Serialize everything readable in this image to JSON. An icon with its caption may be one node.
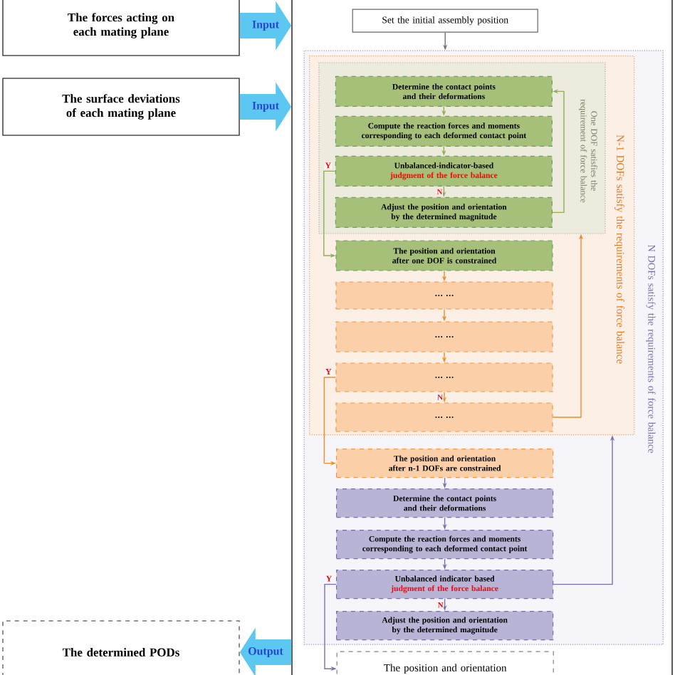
{
  "diagram": {
    "nodes": [
      {
        "text": [
          "The forces acting on each mating plane"
        ]
      },
      {
        "text": [
          "The surface deviations of each mating plane"
        ]
      },
      {
        "text": [
          "The determined PODs"
        ]
      },
      {
        "text": [],
        "shape": "box"
      },
      {
        "text": [
          "Set the initial assembly position"
        ],
        "in": 3
      },
      {
        "text": [
          "N DOFs satisfy the requirements of force balance"
        ],
        "in": 3
      },
      {
        "text": [
          "N-1 DOFs satisfy the requirements of force balance"
        ],
        "in": 5
      },
      {
        "text": [
          "One DOF satisfies the requirement of force balance"
        ],
        "in": 6
      },
      {
        "text": [
          "Determine the contact points and their deformations"
        ],
        "in": 7
      },
      {
        "text": [
          "Compute the reaction forces and moments corresponding to each deformed contact point"
        ],
        "in": 7
      },
      {
        "text": [
          "Unbalanced-indicator-based",
          "judgment of the force balance"
        ],
        "in": 7
      },
      {
        "text": [
          "Adjust the position and orientation by the determined magnitude"
        ],
        "in": 7
      },
      {
        "text": [
          "The position and orientation after one DOF is constrained"
        ],
        "in": 6
      },
      {
        "text": [
          "… …"
        ],
        "in": 6
      },
      {
        "text": [
          "… …"
        ],
        "in": 6
      },
      {
        "text": [
          "… …"
        ],
        "in": 6
      },
      {
        "text": [
          "… …"
        ],
        "in": 6
      },
      {
        "text": [
          "The position and orientation after n-1 DOFs are constrained"
        ],
        "in": 5
      },
      {
        "text": [
          "Determine the contact points and their deformations"
        ],
        "in": 5
      },
      {
        "text": [
          "Compute the reaction forces and moments corresponding to each deformed contact point"
        ],
        "in": 5
      },
      {
        "text": [
          "Unbalanced indicator based",
          "judgment of the force balance"
        ],
        "in": 5
      },
      {
        "text": [
          "Adjust the position and orientation by the determined magnitude"
        ],
        "in": 5
      },
      {
        "text": [
          "The position and orientation"
        ],
        "in": 3
      }
    ],
    "edges": [
      {
        "from": 0,
        "to": 3,
        "arrow": "to",
        "label": "Input",
        "style": "thick",
        "color": "#5cc8f2"
      },
      {
        "from": 1,
        "to": 3,
        "arrow": "to",
        "label": "Input",
        "style": "thick",
        "color": "#5cc8f2"
      },
      {
        "from": 3,
        "to": 2,
        "arrow": "to",
        "label": "Output",
        "style": "thick",
        "color": "#5cc8f2"
      },
      {
        "from": 4,
        "to": 5,
        "arrow": "to",
        "color": "#707070"
      },
      {
        "from": 8,
        "to": 9,
        "arrow": "to",
        "color": "#8fae5a"
      },
      {
        "from": 9,
        "to": 10,
        "arrow": "to",
        "color": "#8fae5a"
      },
      {
        "from": 10,
        "to": 11,
        "arrow": "to",
        "label": "N",
        "color": "#8fae5a"
      },
      {
        "from": 11,
        "to": 8,
        "arrow": "to",
        "color": "#8fae5a"
      },
      {
        "from": 10,
        "to": 12,
        "arrow": "to",
        "label": "Y",
        "color": "#8fae5a"
      },
      {
        "from": 12,
        "to": 13,
        "arrow": "to",
        "color": "#f08c28"
      },
      {
        "from": 13,
        "to": 14,
        "arrow": "to",
        "color": "#f08c28"
      },
      {
        "from": 14,
        "to": 15,
        "arrow": "to",
        "color": "#f08c28"
      },
      {
        "from": 15,
        "to": 16,
        "arrow": "to",
        "label": "N",
        "color": "#f08c28"
      },
      {
        "from": 16,
        "to": 7,
        "arrow": "to",
        "color": "#f08c28"
      },
      {
        "from": 15,
        "to": 17,
        "arrow": "to",
        "label": "Y",
        "color": "#f08c28"
      },
      {
        "from": 17,
        "to": 18,
        "arrow": "to",
        "color": "#7b6fb0"
      },
      {
        "from": 18,
        "to": 19,
        "arrow": "to",
        "color": "#7b6fb0"
      },
      {
        "from": 19,
        "to": 20,
        "arrow": "to",
        "color": "#7b6fb0"
      },
      {
        "from": 20,
        "to": 21,
        "arrow": "to",
        "label": "N",
        "color": "#7b6fb0"
      },
      {
        "from": 20,
        "to": 22,
        "arrow": "to",
        "label": "Y",
        "color": "#7b6fb0"
      },
      {
        "from": 20,
        "to": 6,
        "arrow": "to",
        "color": "#7b6fb0"
      }
    ]
  }
}
